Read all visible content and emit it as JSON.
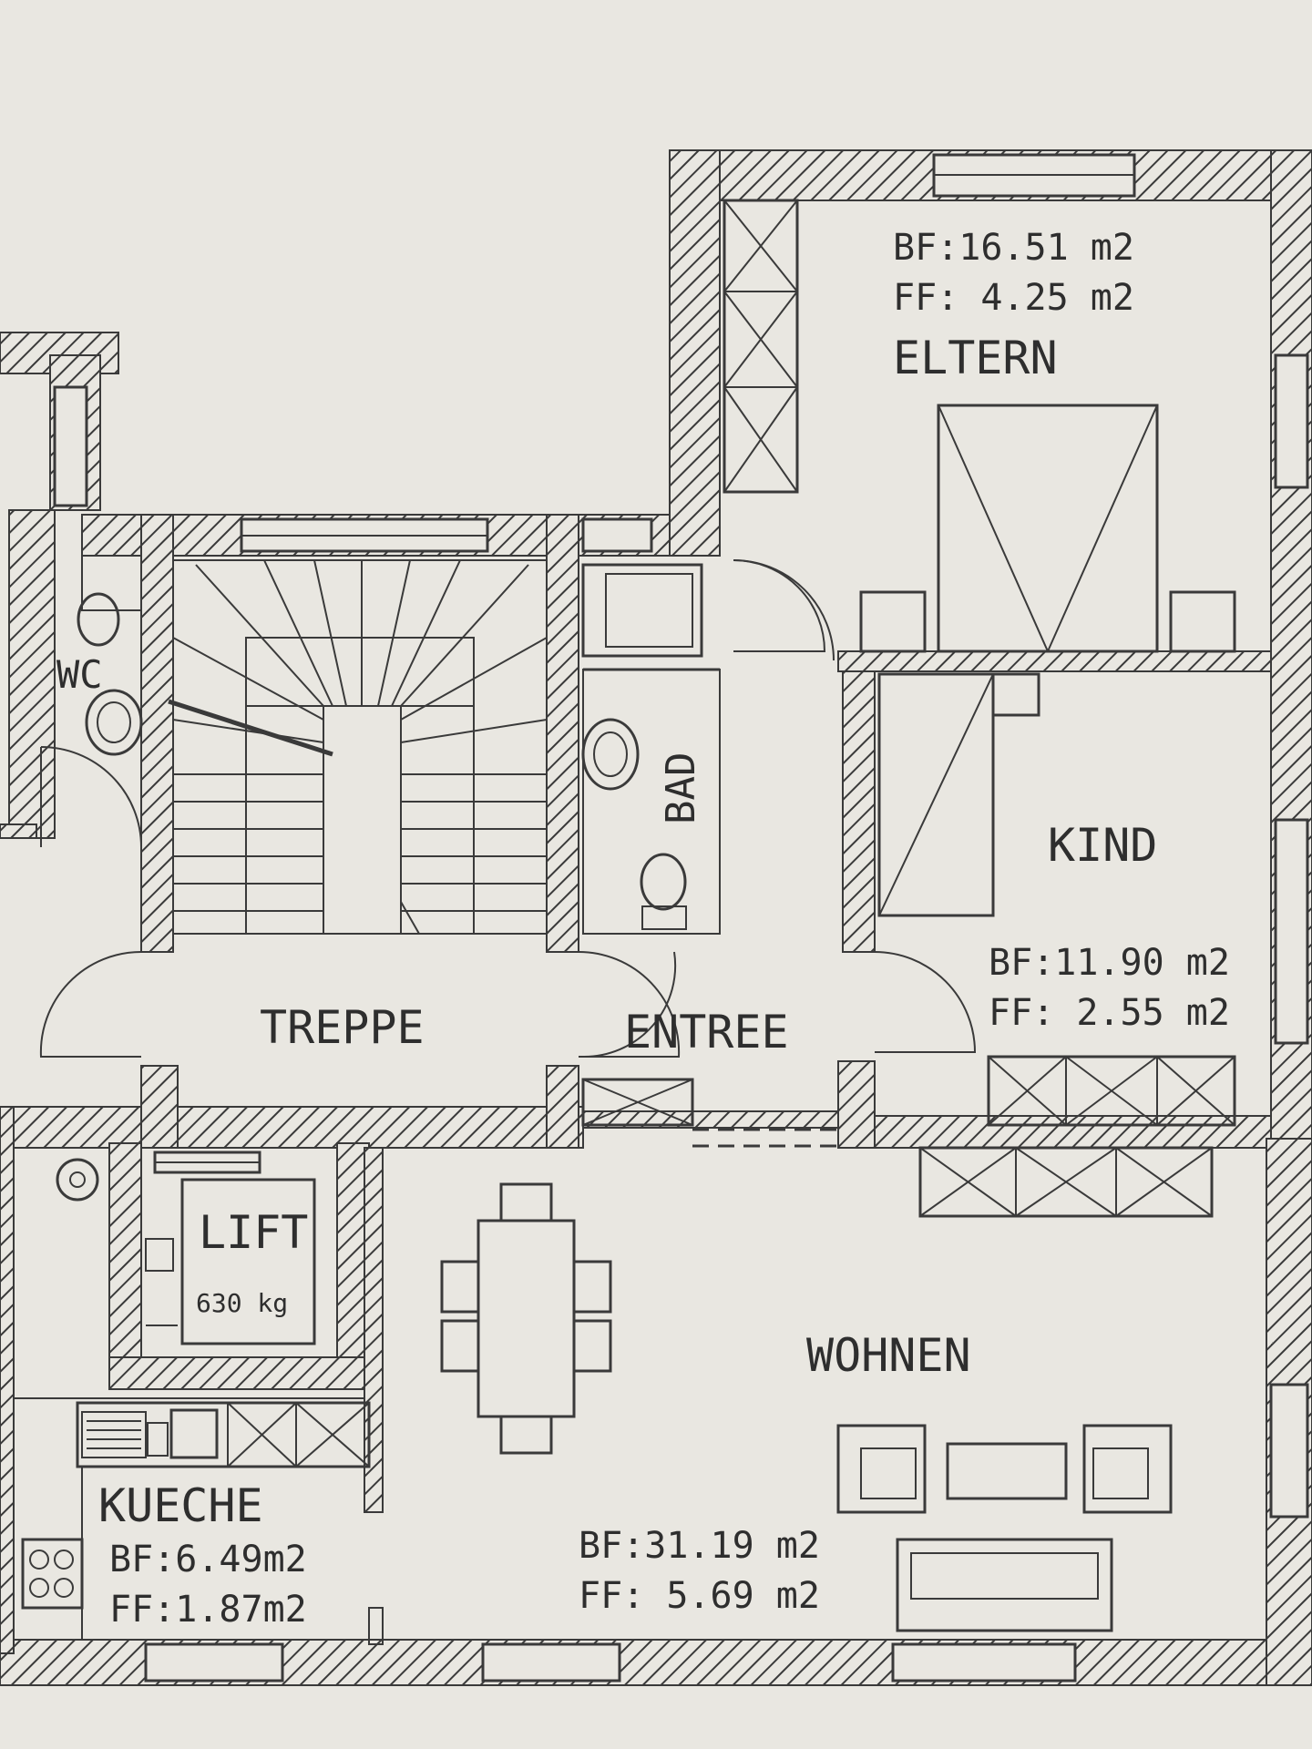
{
  "plan": {
    "rooms": {
      "eltern": {
        "name": "ELTERN",
        "bf": "BF:16.51 m2",
        "ff": "FF: 4.25 m2"
      },
      "kind": {
        "name": "KIND",
        "bf": "BF:11.90 m2",
        "ff": "FF: 2.55 m2"
      },
      "wohnen": {
        "name": "WOHNEN",
        "bf": "BF:31.19 m2",
        "ff": "FF: 5.69 m2"
      },
      "kueche": {
        "name": "KUECHE",
        "bf": "BF:6.49m2",
        "ff": "FF:1.87m2"
      },
      "treppe": {
        "name": "TREPPE"
      },
      "entree": {
        "name": "ENTREE"
      },
      "bad": {
        "name": "BAD"
      },
      "wc": {
        "name": "WC"
      },
      "lift": {
        "name": "LIFT",
        "capacity": "630 kg"
      }
    },
    "colors": {
      "paper": "#e9e7e1",
      "ink": "#3a3a3a"
    }
  }
}
